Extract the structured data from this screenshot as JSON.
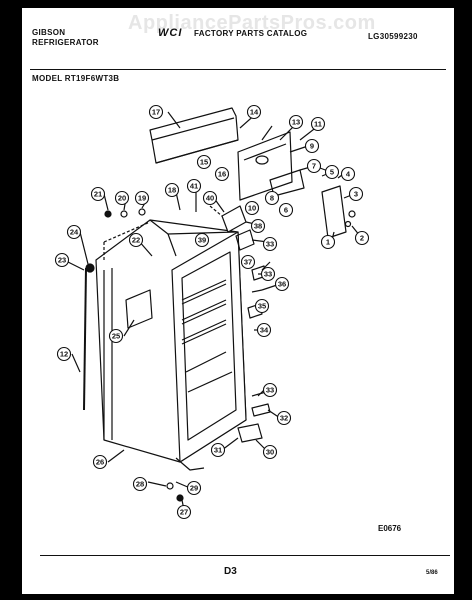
{
  "header": {
    "brand_line1": "GIBSON",
    "brand_line2": "REFRIGERATOR",
    "logo_text": "WCI",
    "catalog_title": "FACTORY PARTS CATALOG",
    "catalog_code": "LG30599230",
    "watermark": "AppliancePartsPros.com",
    "model_label": "MODEL RT19F6WT3B"
  },
  "diagram": {
    "callouts": [
      "1",
      "2",
      "3",
      "4",
      "5",
      "6",
      "7",
      "8",
      "9",
      "10",
      "11",
      "12",
      "13",
      "14",
      "15",
      "16",
      "17",
      "18",
      "19",
      "20",
      "21",
      "22",
      "23",
      "24",
      "25",
      "26",
      "27",
      "28",
      "29",
      "30",
      "31",
      "32",
      "33",
      "34",
      "35",
      "36",
      "37",
      "38",
      "39",
      "40",
      "41"
    ],
    "drawing_code": "E0676"
  },
  "footer": {
    "page": "D3",
    "date": "5/86"
  }
}
